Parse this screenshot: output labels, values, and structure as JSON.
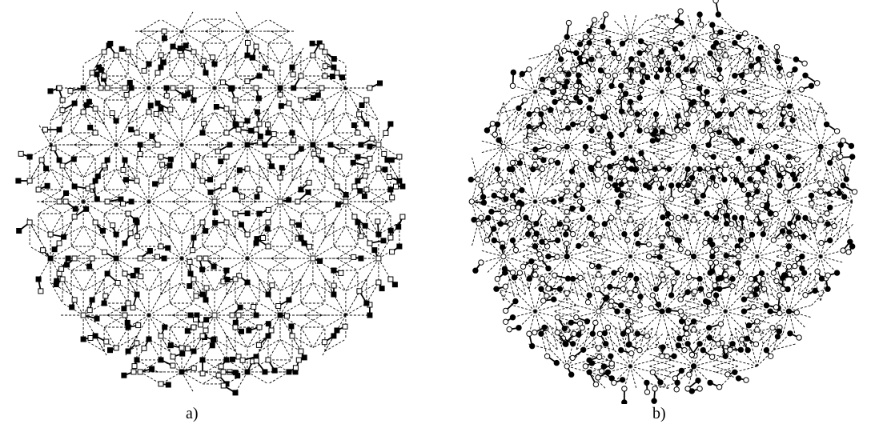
{
  "figure": {
    "panels": [
      {
        "caption": "a)",
        "marker_style": "square"
      },
      {
        "caption": "b)",
        "marker_style": "circle"
      }
    ],
    "colors": {
      "lines": "#000000",
      "filled_marker": "#000000",
      "open_marker": "#ffffff"
    }
  }
}
